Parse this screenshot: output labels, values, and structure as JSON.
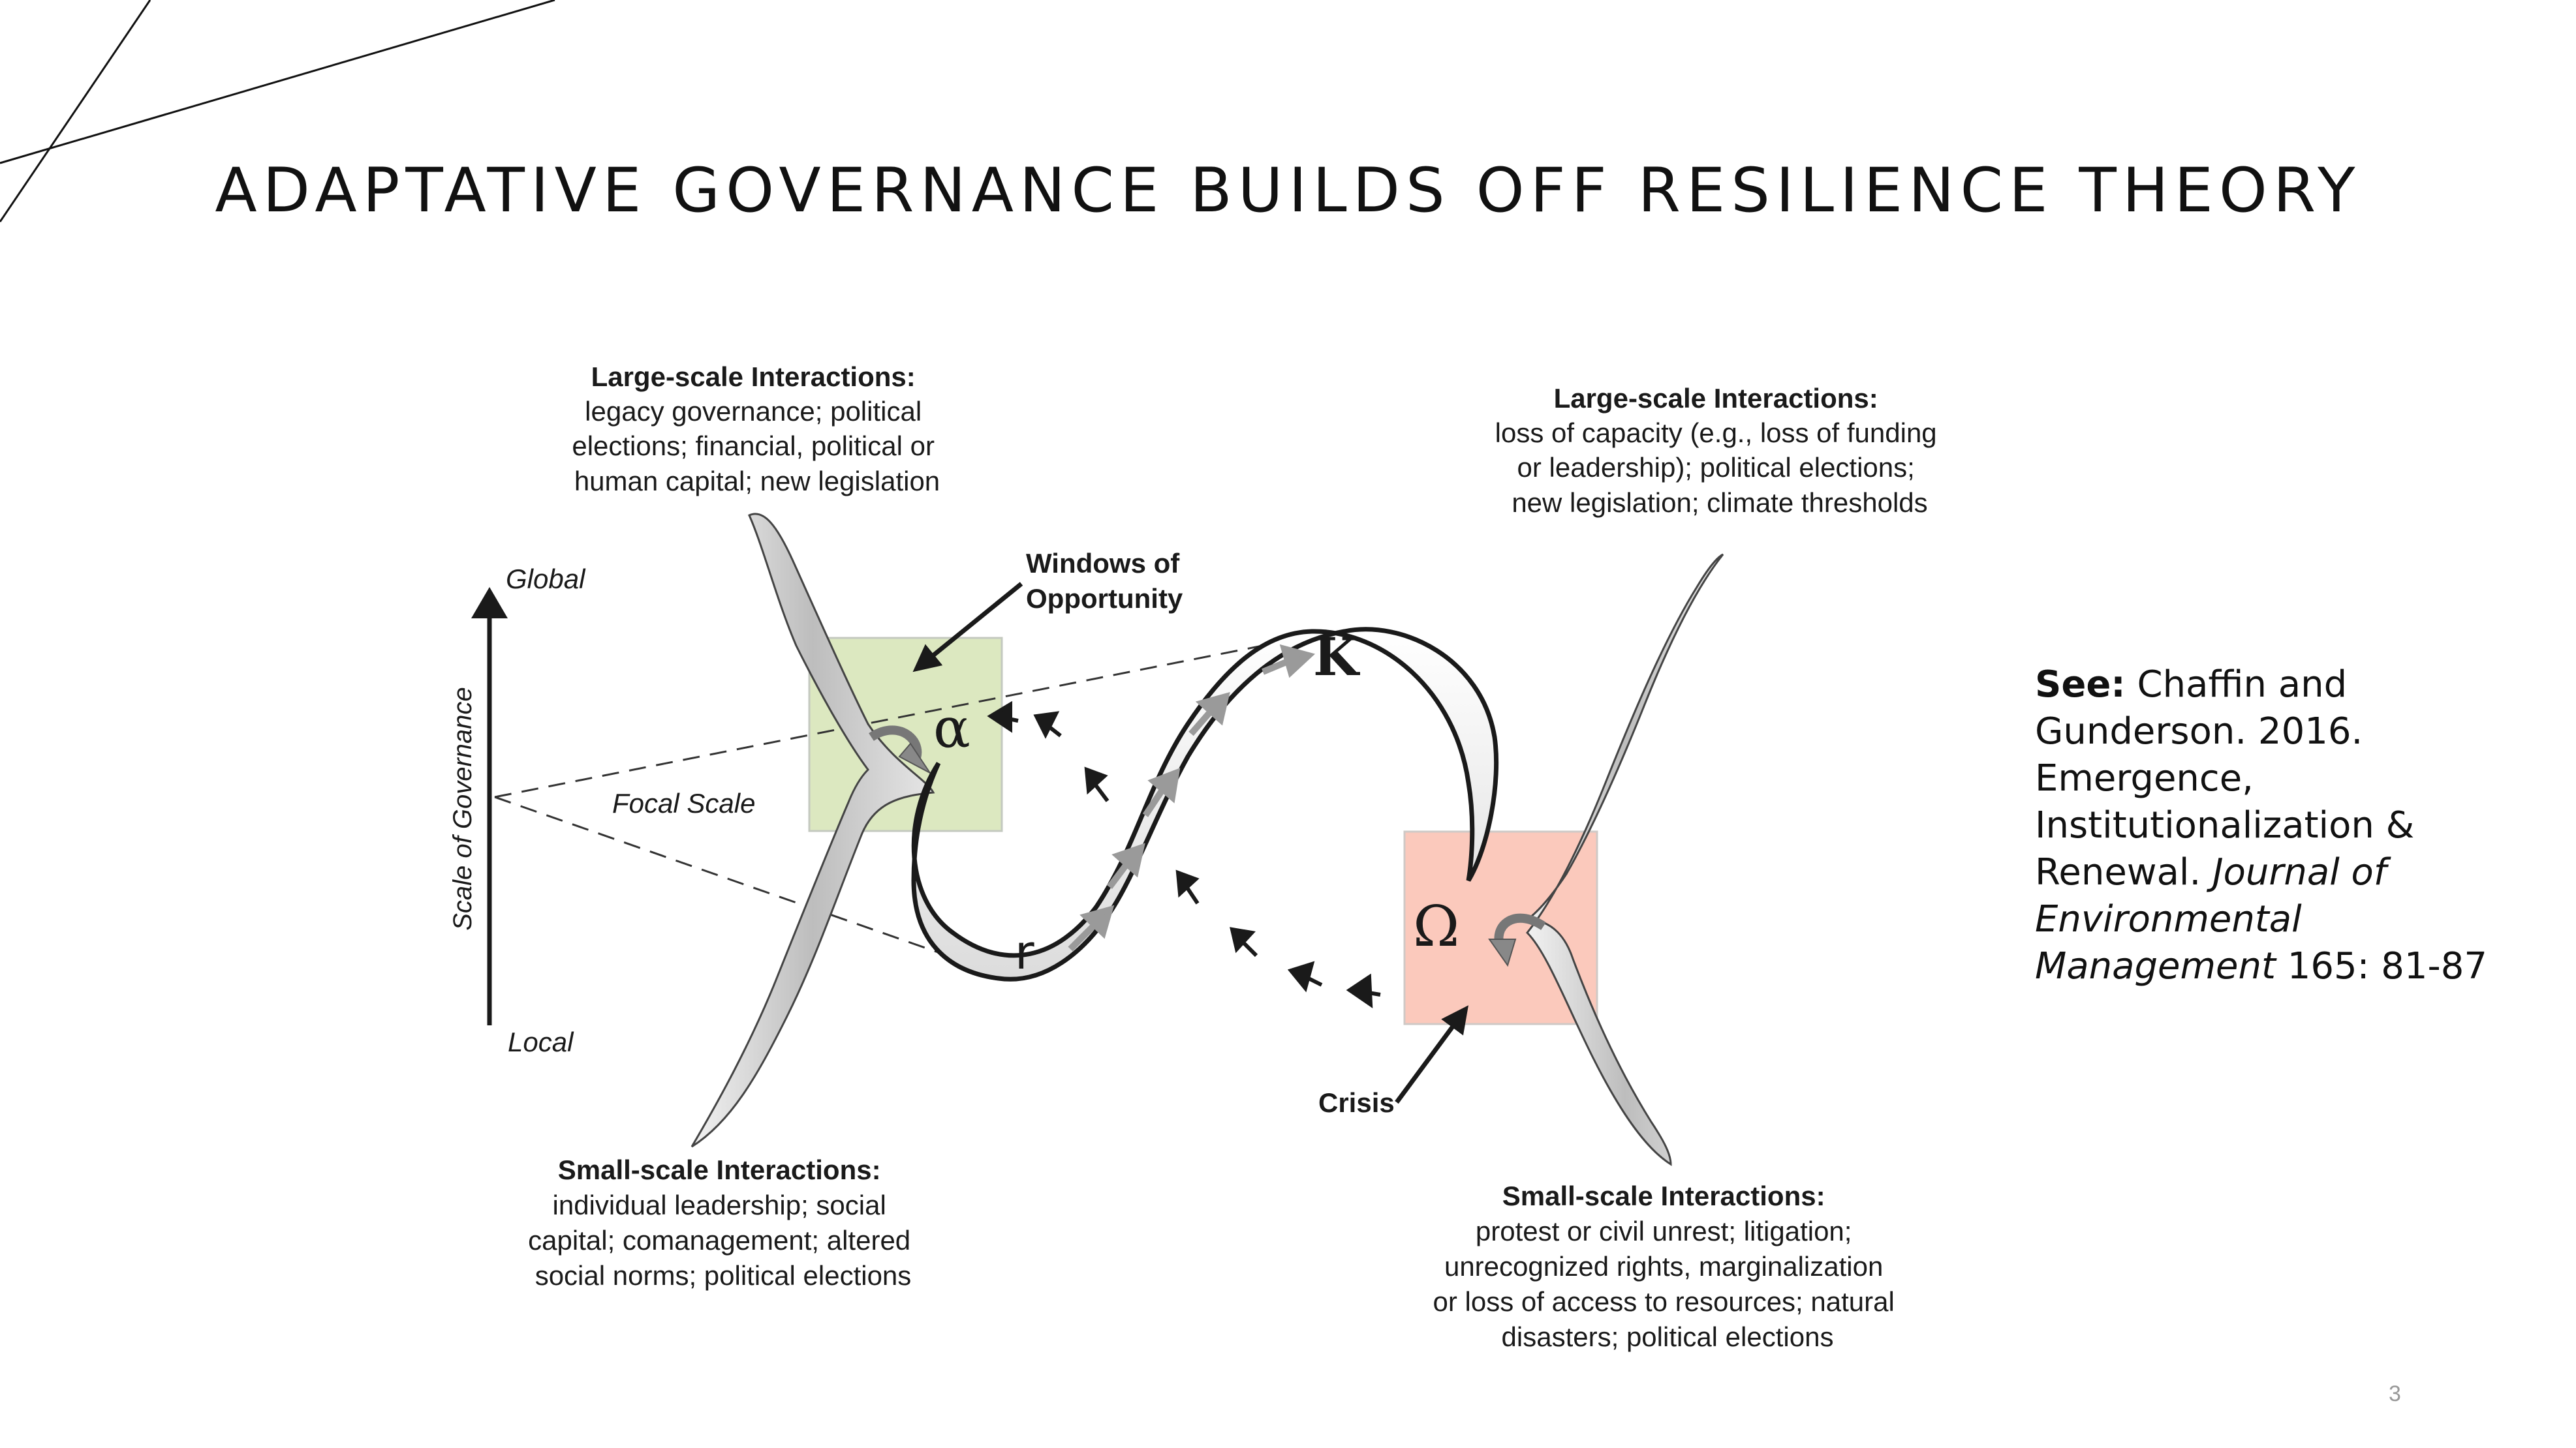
{
  "slide": {
    "title": "ADAPTATIVE GOVERNANCE BUILDS OFF RESILIENCE THEORY",
    "page_number": "3"
  },
  "diagram": {
    "axis": {
      "top_label": "Global",
      "bottom_label": "Local",
      "axis_title": "Scale of Governance",
      "focal_label": "Focal Scale"
    },
    "greek": {
      "alpha": "α",
      "kappa": "K",
      "omega": "Ω",
      "r": "r"
    },
    "windows_label": [
      "Windows of",
      "Opportunity"
    ],
    "crisis_label": "Crisis",
    "large_scale_left": {
      "heading": "Large-scale Interactions:",
      "lines": [
        "legacy governance; political",
        "elections; financial, political or",
        "human capital; new legislation"
      ]
    },
    "large_scale_right": {
      "heading": "Large-scale Interactions:",
      "lines": [
        "loss of capacity (e.g., loss of funding",
        "or leadership); political elections;",
        "new legislation; climate thresholds"
      ]
    },
    "small_scale_left": {
      "heading": "Small-scale Interactions:",
      "lines": [
        "individual leadership; social",
        "capital; comanagement; altered",
        "social norms; political elections"
      ]
    },
    "small_scale_right": {
      "heading": "Small-scale Interactions:",
      "lines": [
        "protest or civil unrest; litigation;",
        "unrecognized rights, marginalization",
        "or loss of access to resources; natural",
        "disasters; political elections"
      ]
    },
    "colors": {
      "alpha_box": "#dce8c0",
      "omega_box": "#fbc9bc",
      "band": "#ffffff",
      "gray_arrow": "#9a9a9a"
    }
  },
  "citation": {
    "see": "See:",
    "authors": "Chaffin and Gunderson. 2016. Emergence, Institutionalization & Renewal.",
    "journal": "Journal of Environmental Management",
    "pages": "165: 81-87"
  }
}
